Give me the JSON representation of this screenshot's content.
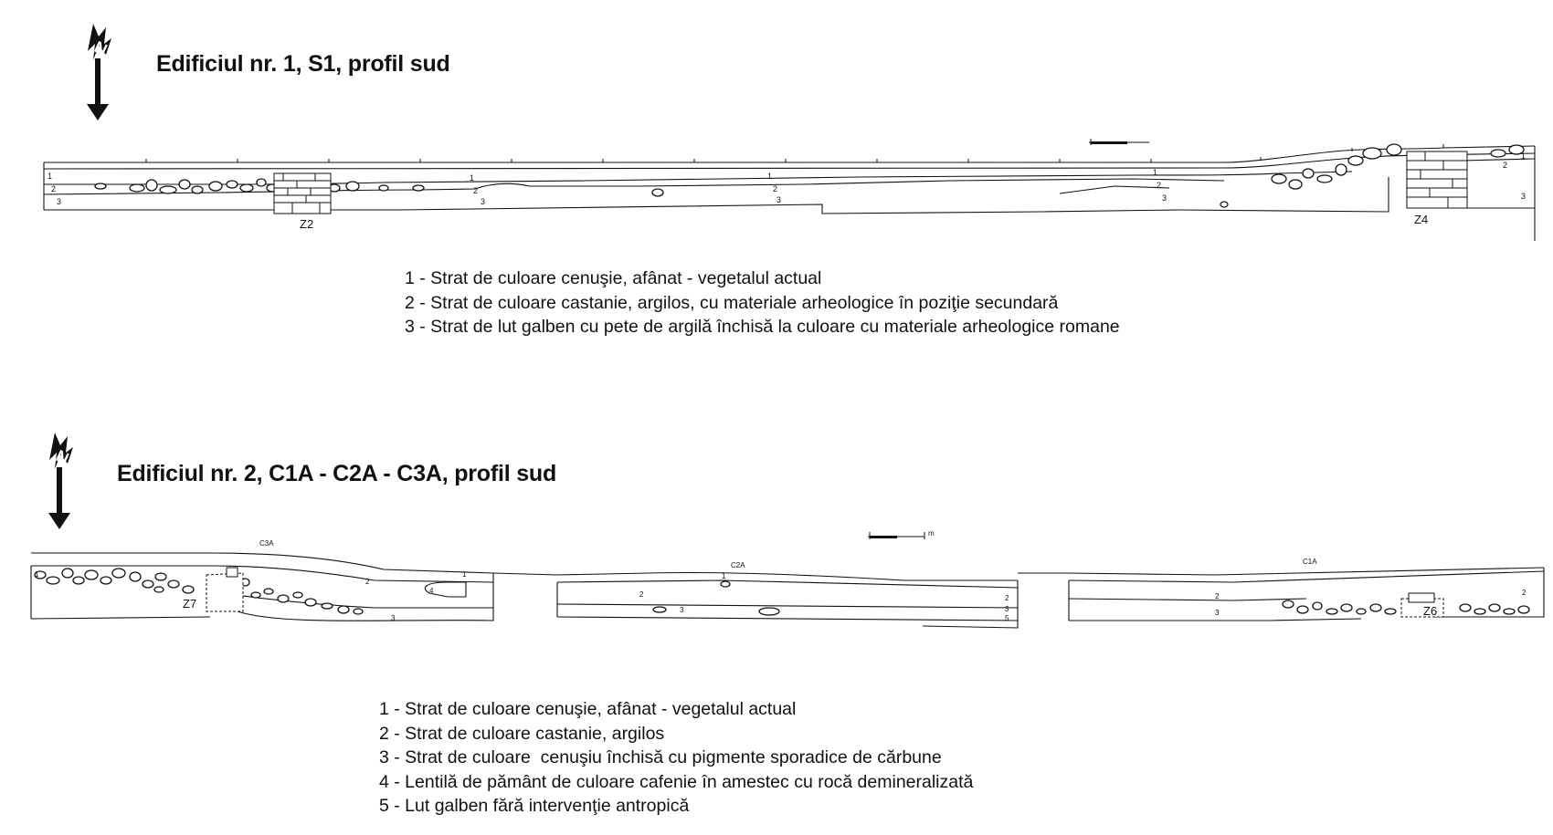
{
  "profile1": {
    "title": "Edificiul nr. 1, S1, profil sud",
    "north_label": "N",
    "zones": [
      "Z2",
      "Z4"
    ],
    "legend": [
      "1 - Strat de culoare cenuşie, afânat - vegetalul actual",
      "2 - Strat de culoare castanie, argilos, cu materiale arheologice în poziţie secundară",
      "3 - Strat de lut galben cu pete de argilă închisă la culoare cu materiale arheologice romane"
    ]
  },
  "profile2": {
    "title": "Edificiul nr. 2, C1A - C2A - C3A, profil sud",
    "north_label": "N",
    "sections": [
      "C3A",
      "C2A",
      "C1A"
    ],
    "zones": [
      "Z7",
      "Z6"
    ],
    "scale_label": "m",
    "legend": [
      "1 - Strat de culoare cenuşie, afânat - vegetalul actual",
      "2 - Strat de culoare castanie, argilos",
      "3 - Strat de culoare  cenuşiu închisă cu pigmente sporadice de cărbune",
      "4 - Lentilă de pământ de culoare cafenie în amestec cu rocă demineralizată",
      "5 - Lut galben fără intervenţie antropică"
    ]
  }
}
